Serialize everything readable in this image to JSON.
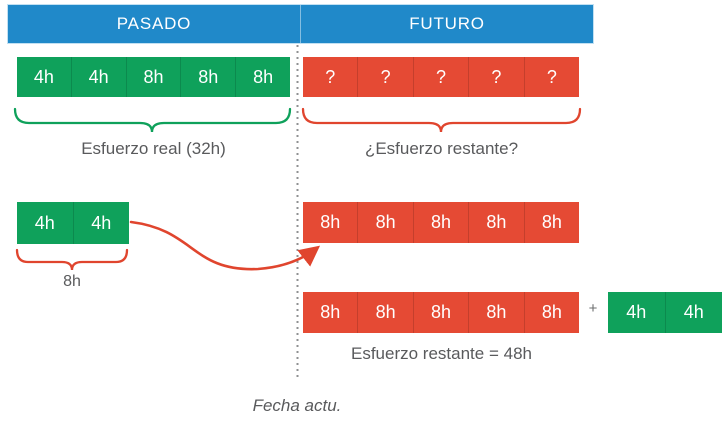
{
  "header": {
    "past_label": "PASADO",
    "future_label": "FUTURO"
  },
  "past": {
    "sprint_row": {
      "cells": [
        "4h",
        "4h",
        "8h",
        "8h",
        "8h"
      ]
    },
    "real_effort_label": "Esfuerzo real (32h)",
    "pair_row": {
      "cells": [
        "4h",
        "4h"
      ]
    },
    "pair_sum_label": "8h"
  },
  "future": {
    "question_row": {
      "cells": [
        "?",
        "?",
        "?",
        "?",
        "?"
      ]
    },
    "remaining_question_label": "¿Esfuerzo restante?",
    "estimate_row": {
      "cells": [
        "8h",
        "8h",
        "8h",
        "8h",
        "8h"
      ]
    },
    "sum_row": {
      "cells": [
        "8h",
        "8h",
        "8h",
        "8h",
        "8h"
      ],
      "plus_sign": "+",
      "extra_cells": [
        "4h",
        "4h"
      ]
    },
    "remaining_total_label": "Esfuerzo restante = 48h"
  },
  "footer": {
    "current_date_label": "Fecha actu."
  },
  "colors": {
    "header_blue": "#2089C9",
    "done_green": "#0FA15B",
    "remaining_red": "#E54A34",
    "label_gray": "#595A5C"
  }
}
